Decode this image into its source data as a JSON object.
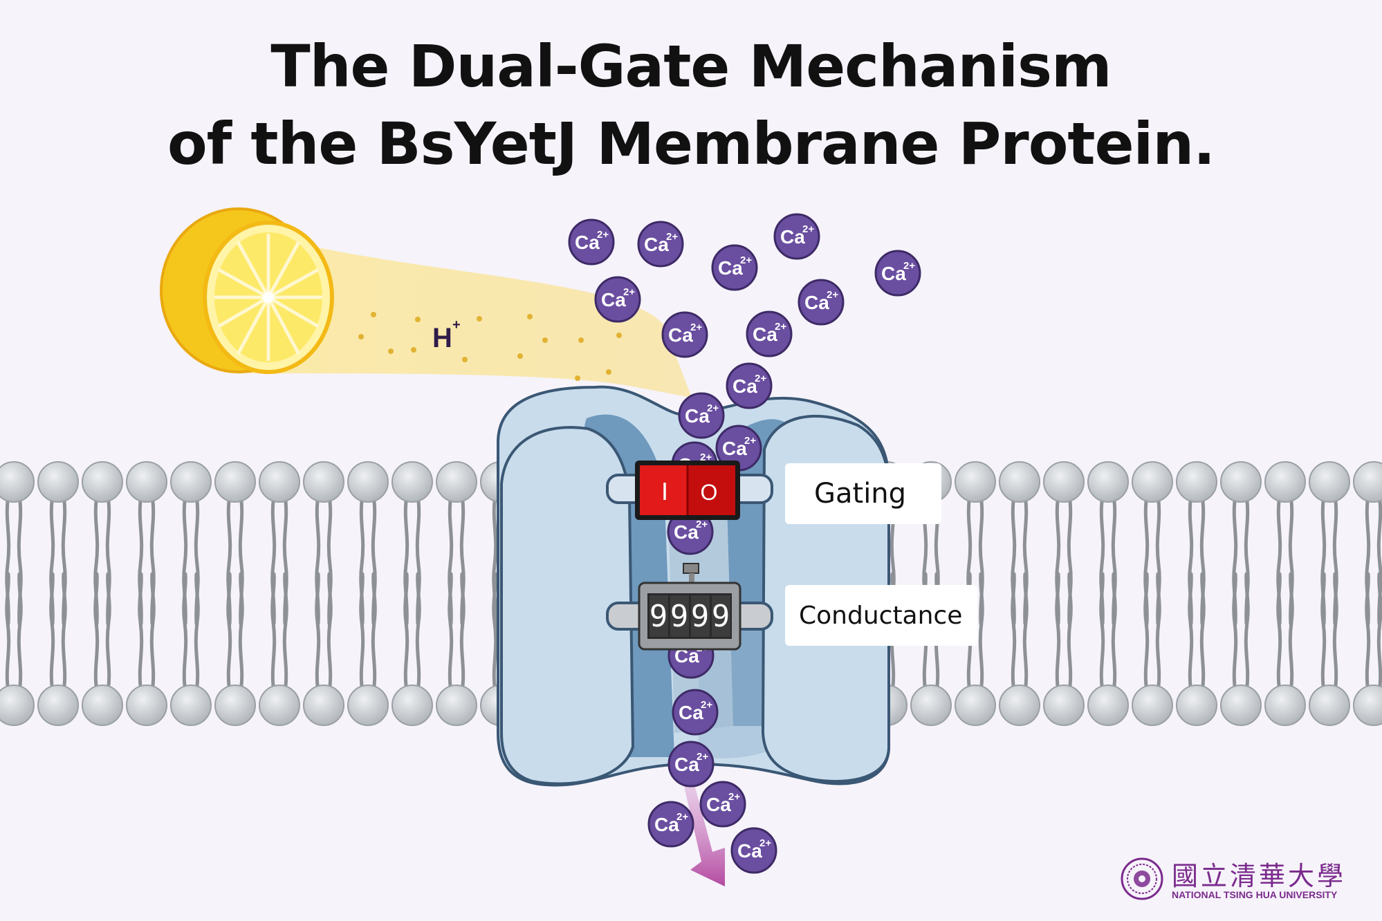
{
  "title": {
    "line1": "The Dual-Gate Mechanism",
    "line2": "of the BsYetJ Membrane Protein."
  },
  "proton_label": {
    "base": "H",
    "sup": "+"
  },
  "ion": {
    "base": "Ca",
    "sup": "2+"
  },
  "switch": {
    "on_symbol": "I",
    "off_symbol": "O"
  },
  "counter": {
    "digits": [
      "9",
      "9",
      "9",
      "9"
    ]
  },
  "callouts": {
    "gating": "Gating",
    "conductance": "Conductance"
  },
  "logo": {
    "chinese": "國立清華大學",
    "english": "NATIONAL TSING HUA UNIVERSITY"
  },
  "colors": {
    "ion": "#6a4ea0",
    "protein": "#c8dcec",
    "protein_inner": "#6f99bd",
    "lipid_head": "#c4c8cc",
    "lemon": "#f7d21e",
    "switch_red": "#d41010",
    "arrow": "#b44aa0",
    "logo": "#7a2a8c"
  }
}
